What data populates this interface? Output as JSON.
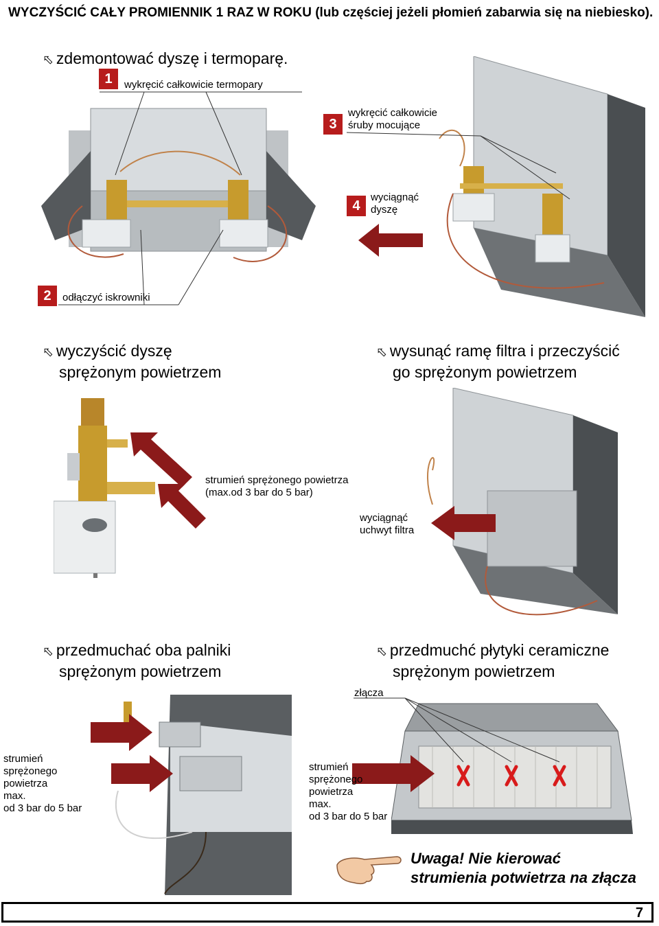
{
  "heading": "WYCZYŚCIĆ CAŁY PROMIENNIK 1 RAZ W ROKU (lub częściej jeżeli płomień zabarwia się na niebiesko).",
  "section1": {
    "step": "zdemontować dyszę i termoparę.",
    "callouts": [
      {
        "num": "1",
        "text": "wykręcić całkowicie termopary"
      },
      {
        "num": "2",
        "text": "odłączyć iskrowniki"
      },
      {
        "num": "3",
        "text": "wykręcić całkowicie śruby mocujące"
      },
      {
        "num": "4",
        "text": "wyciągnąć dyszę"
      }
    ]
  },
  "section2": {
    "left_step_line1": "wyczyścić dyszę",
    "left_step_line2": "sprężonym powietrzem",
    "right_step_line1": "wysunąć ramę filtra i przeczyścić",
    "right_step_line2": "go sprężonym powietrzem",
    "air_label_line1": "strumień sprężonego powietrza",
    "air_label_line2": "(max.od 3 bar do 5 bar)",
    "filter_label_line1": "wyciągnąć",
    "filter_label_line2": "uchwyt filtra"
  },
  "section3": {
    "left_step_line1": "przedmuchać oba palniki",
    "left_step_line2": "sprężonym powietrzem",
    "right_step_line1": "przedmuchć płytyki ceramiczne",
    "right_step_line2": "sprężonym powietrzem",
    "joints_label": "złącza",
    "air_left": [
      "strumień",
      "sprężonego",
      "powietrza",
      "max.",
      "od 3 bar do 5 bar"
    ],
    "air_right": [
      "strumień",
      "sprężonego",
      "powietrza",
      "max.",
      "od 3 bar do 5 bar"
    ]
  },
  "warning_line1": "Uwaga! Nie kierować",
  "warning_line2": "strumienia potwietrza na złącza",
  "page_number": "7",
  "colors": {
    "accent": "#b71c1c",
    "arrow": "#8b1a1a"
  }
}
